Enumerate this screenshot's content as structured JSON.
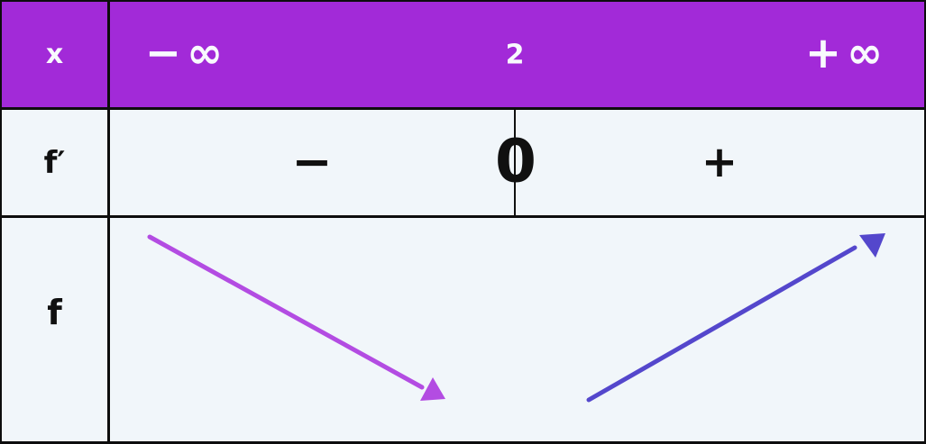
{
  "colors": {
    "header_bg": "#a22ad8",
    "header_text": "#f8fafd",
    "body_bg": "#f1f6fa",
    "grid": "#0d0d0d",
    "sign_color": "#101010",
    "arrow_decreasing_color": "#b34ce2",
    "arrow_increasing_color": "#5447cc"
  },
  "table": {
    "x_row": {
      "label": "x",
      "values": [
        "−∞",
        "2",
        "+∞"
      ]
    },
    "fprime_row": {
      "label": "f′",
      "signs": [
        "−",
        "0",
        "+"
      ]
    },
    "f_row": {
      "label": "f",
      "variations": [
        {
          "icon": "arrow-down-right-icon",
          "direction": "decreasing"
        },
        {
          "icon": "arrow-up-right-icon",
          "direction": "increasing"
        }
      ]
    }
  }
}
